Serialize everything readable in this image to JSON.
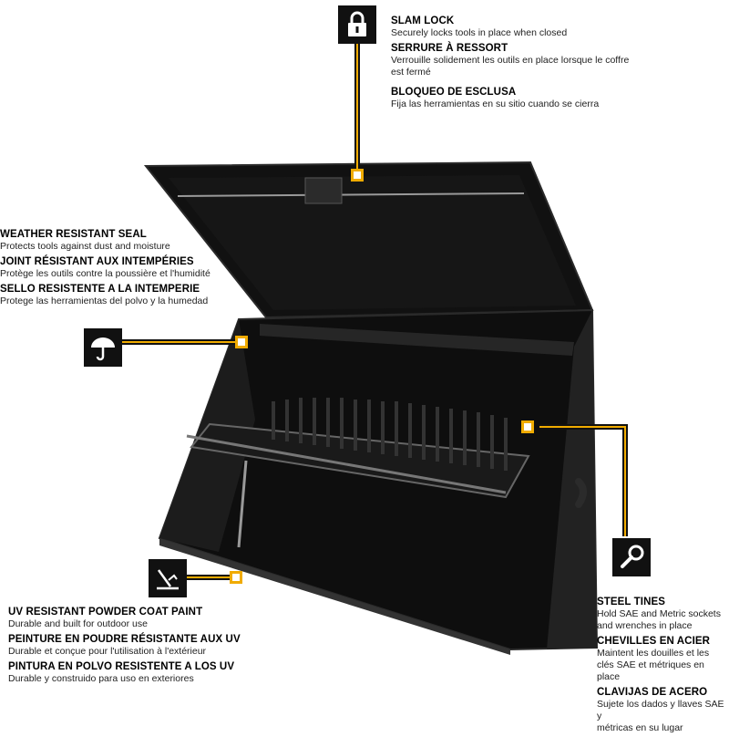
{
  "colors": {
    "accent": "#f0ab00",
    "box": "#141414",
    "icon_bg": "#111111"
  },
  "callouts": {
    "slam_lock": {
      "icon": "padlock-icon",
      "title_en": "SLAM LOCK",
      "desc_en": "Securely locks tools in place when closed",
      "title_fr": "SERRURE À RESSORT",
      "desc_fr_1": "Verrouille solidement les outils en place lorsque le coffre",
      "desc_fr_2": "est fermé",
      "title_es": "BLOQUEO DE ESCLUSA",
      "desc_es": "Fija las herramientas en su sitio cuando se cierra"
    },
    "weather_seal": {
      "icon": "umbrella-icon",
      "title_en": "WEATHER RESISTANT SEAL",
      "desc_en": "Protects tools against dust and moisture",
      "title_fr": "JOINT RÉSISTANT AUX INTEMPÉRIES",
      "desc_fr": "Protège les outils contre la poussière et l'humidité",
      "title_es": "SELLO RESISTENTE A LA INTEMPERIE",
      "desc_es": "Protege las herramientas del polvo y la humedad"
    },
    "uv_paint": {
      "icon": "paint-surface-icon",
      "title_en": "UV RESISTANT POWDER COAT PAINT",
      "desc_en": "Durable and built for outdoor use",
      "title_fr": "PEINTURE EN POUDRE RÉSISTANTE AUX UV",
      "desc_fr": "Durable et conçue pour l'utilisation à l'extérieur",
      "title_es": "PINTURA EN POLVO RESISTENTE A LOS UV",
      "desc_es": "Durable y construido para uso en exteriores"
    },
    "steel_tines": {
      "icon": "wrench-icon",
      "title_en": "STEEL TINES",
      "desc_en_1": "Hold SAE and Metric sockets",
      "desc_en_2": "and wrenches in place",
      "title_fr": "CHEVILLES EN ACIER",
      "desc_fr_1": "Maintent les douilles et les",
      "desc_fr_2": "clés SAE et métriques en place",
      "title_es": "CLAVIJAS DE ACERO",
      "desc_es_1": "Sujete los dados y llaves SAE y",
      "desc_es_2": "métricas en su lugar"
    }
  }
}
